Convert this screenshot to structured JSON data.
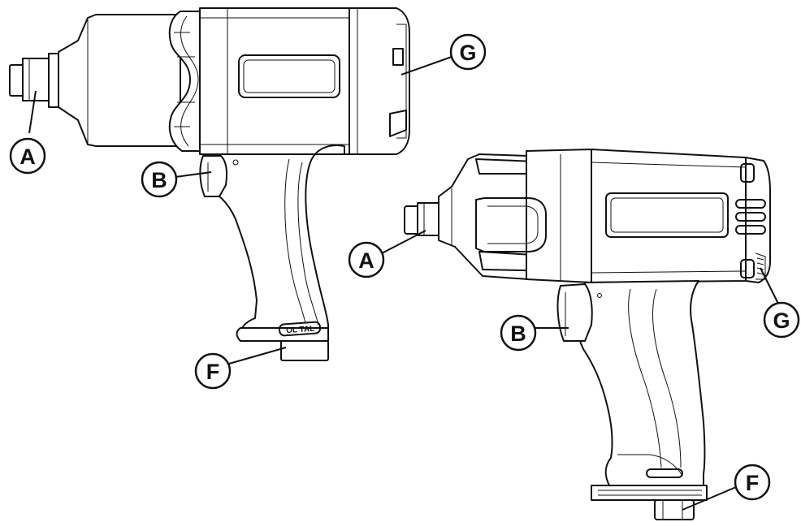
{
  "brand_mark": "OL TAL",
  "left_tool": {
    "callouts": [
      {
        "id": "A",
        "label": "A"
      },
      {
        "id": "B",
        "label": "B"
      },
      {
        "id": "F",
        "label": "F"
      },
      {
        "id": "G",
        "label": "G"
      }
    ]
  },
  "right_tool": {
    "callouts": [
      {
        "id": "A",
        "label": "A"
      },
      {
        "id": "B",
        "label": "B"
      },
      {
        "id": "F",
        "label": "F"
      },
      {
        "id": "G",
        "label": "G"
      }
    ]
  }
}
